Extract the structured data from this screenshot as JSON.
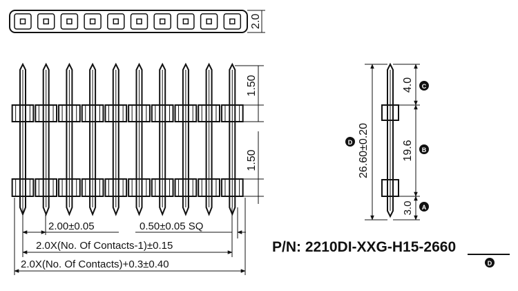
{
  "top_view": {
    "pitch_height_label": "2.0",
    "contact_count": 10
  },
  "front_view": {
    "pin_count": 10,
    "tip_length_label": "1.50",
    "insulator_gap_label": "1.50",
    "pitch_label": "2.00±0.05",
    "pin_size_label": "0.50±0.05 SQ",
    "span_contacts_label": "2.0X(No. Of Contacts-1)±0.15",
    "overall_length_label": "2.0X(No. Of Contacts)+0.3±0.40"
  },
  "side_view": {
    "overall_label": "26.60±0.20",
    "overall_marker": "D",
    "top_label": "4.0",
    "top_marker": "C",
    "middle_label": "19.6",
    "middle_marker": "B",
    "bottom_label": "3.0",
    "bottom_marker": "A"
  },
  "part_number": {
    "prefix": "P/N: 2210DI-XXG-H15-",
    "suffix": "2660",
    "suffix_marker": "D"
  },
  "colors": {
    "line": "#111111",
    "background": "#ffffff"
  }
}
